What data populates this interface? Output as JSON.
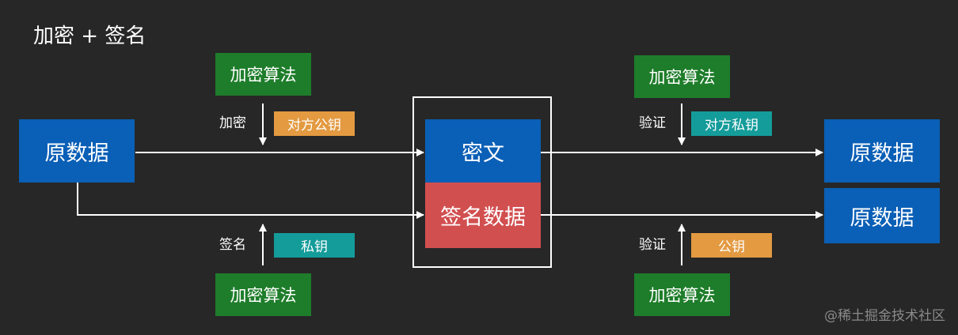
{
  "title": "加密 + 签名",
  "colors": {
    "background": "#272727",
    "blue": "#0a5fb6",
    "green": "#1e7d2a",
    "orange": "#e39a41",
    "teal": "#149c9a",
    "red": "#d24f50",
    "line": "#ffffff"
  },
  "left": {
    "source_label": "原数据",
    "top_algorithm": "加密算法",
    "encrypt_label": "加密",
    "encrypt_key": "对方公钥",
    "sign_label": "签名",
    "sign_key": "私钥",
    "bottom_algorithm": "加密算法"
  },
  "center": {
    "ciphertext_label": "密文",
    "signature_label": "签名数据"
  },
  "right": {
    "top_algorithm": "加密算法",
    "verify_top_label": "验证",
    "verify_top_key": "对方私钥",
    "verify_bottom_label": "验证",
    "verify_bottom_key": "公钥",
    "bottom_algorithm": "加密算法",
    "output_top_label": "原数据",
    "output_bottom_label": "原数据"
  },
  "watermark": "@稀土掘金技术社区"
}
